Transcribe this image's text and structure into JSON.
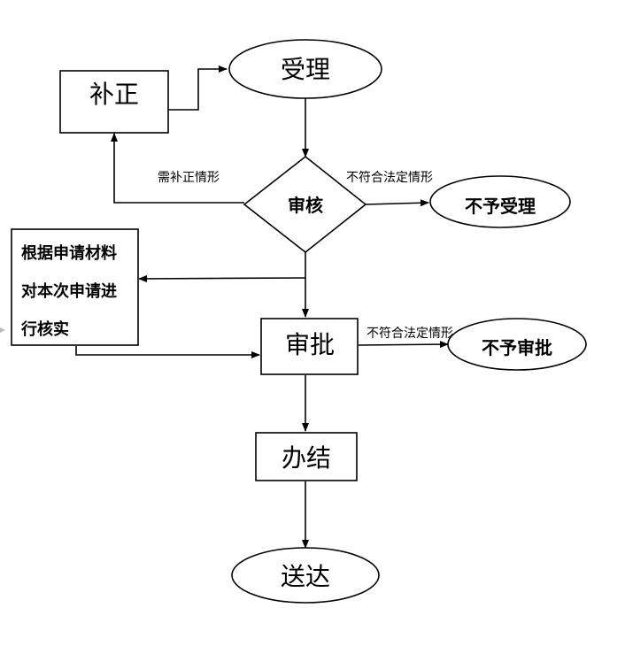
{
  "nodes": {
    "accept": "受理",
    "supplement": "补正",
    "review": "审核",
    "reject_accept": "不予受理",
    "verify_lines": [
      "根据申请材料",
      "对本次申请进",
      "行核实"
    ],
    "approve": "审批",
    "reject_approve": "不予审批",
    "complete": "办结",
    "deliver": "送达"
  },
  "edge_labels": {
    "needs_supplement": "需补正情形",
    "not_compliant_review": "不符合法定情形",
    "not_compliant_approve": "不符合法定情形"
  }
}
